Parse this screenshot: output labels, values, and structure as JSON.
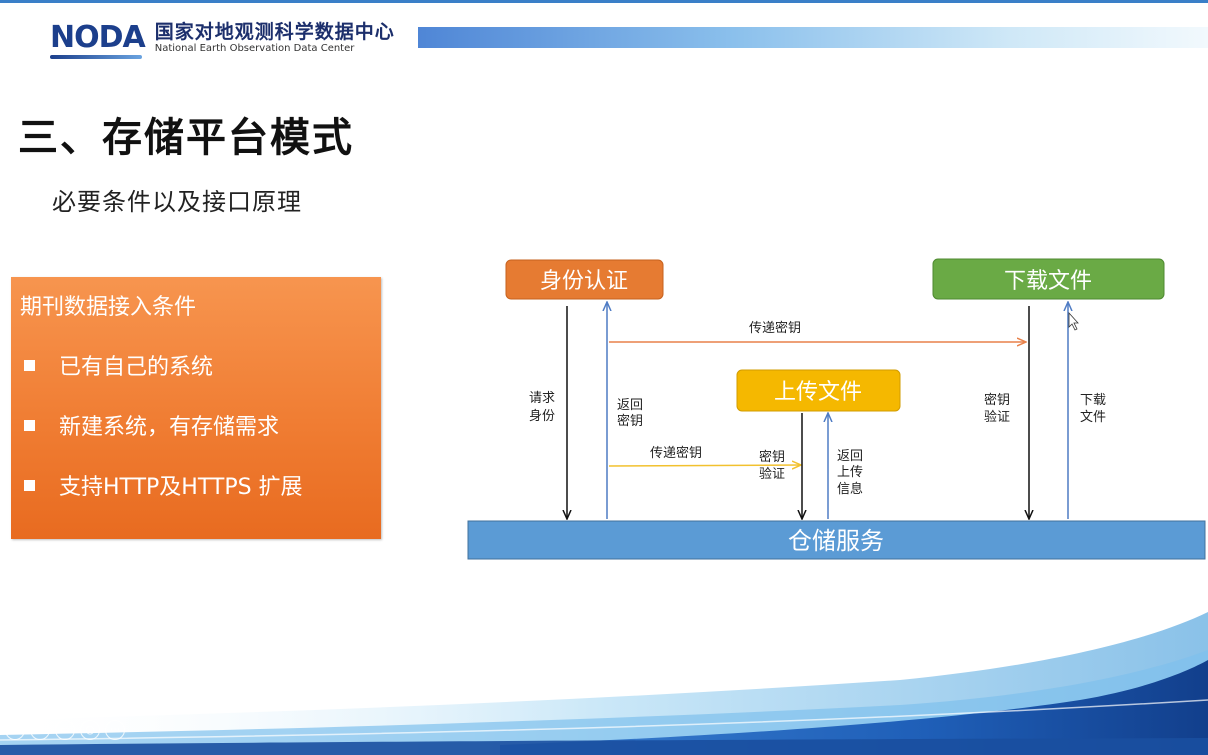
{
  "header": {
    "logo_mark": "NODA",
    "org_name_cn": "国家对地观测科学数据中心",
    "org_name_en": "National Earth Observation Data Center"
  },
  "slide": {
    "title": "三、存储平台模式",
    "subtitle": "必要条件以及接口原理"
  },
  "conditions": {
    "title": "期刊数据接入条件",
    "items": [
      "已有自己的系统",
      "新建系统，有存储需求",
      "支持HTTP及HTTPS 扩展"
    ]
  },
  "diagram": {
    "nodes": {
      "identity_auth": "身份认证",
      "download_file": "下载文件",
      "upload_file": "上传文件",
      "storage_service": "仓储服务"
    },
    "labels": {
      "pass_key_top": "传递密钥",
      "pass_key_mid": "传递密钥",
      "request_identity": [
        "请求",
        "身份"
      ],
      "return_key": [
        "返回",
        "密钥"
      ],
      "key_verify_mid": [
        "密钥",
        "验证"
      ],
      "return_upload_info": [
        "返回",
        "上传",
        "信息"
      ],
      "key_verify_right": [
        "密钥",
        "验证"
      ],
      "download_file_arrow": [
        "下载",
        "文件"
      ]
    },
    "colors": {
      "identity_auth": "#e67b32",
      "download_file": "#6aaa45",
      "upload_file": "#f5b800",
      "storage_service": "#5b9bd5",
      "arrow_down": "#111111",
      "arrow_up": "#4f7cc4",
      "arrow_orange": "#e8814a",
      "arrow_yellow": "#f2c12e"
    }
  },
  "player": {
    "buttons": [
      "play-icon",
      "pen-icon",
      "screen-icon",
      "zoom-icon",
      "more-icon"
    ],
    "more_label": "···"
  }
}
